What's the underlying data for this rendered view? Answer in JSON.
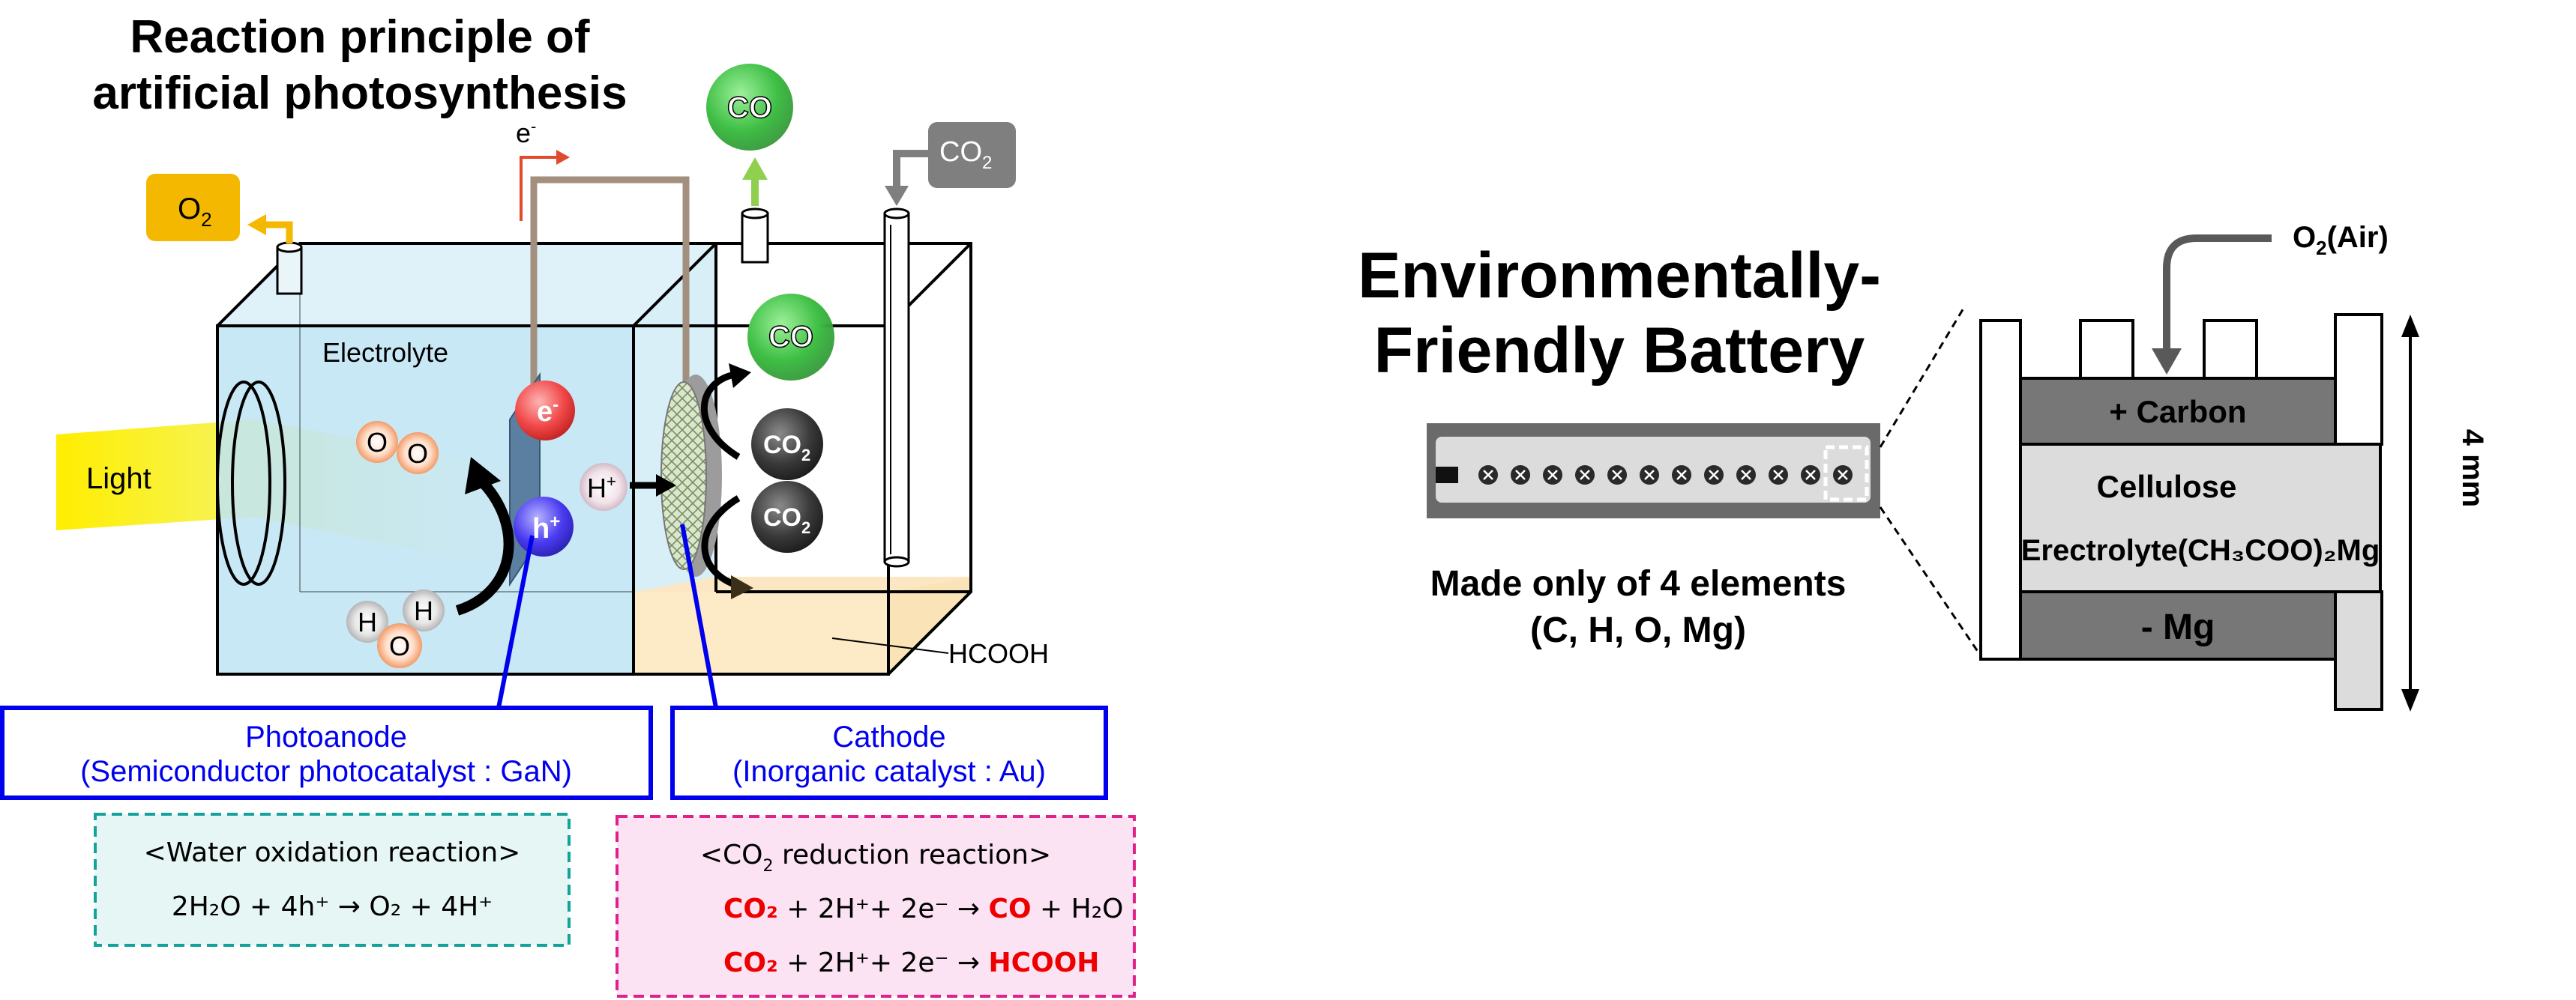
{
  "photosynthesis": {
    "title_line1": "Reaction principle of",
    "title_line2": "artificial photosynthesis",
    "light": "Light",
    "electrolyte": "Electrolyte",
    "o2_box": "O",
    "o2_sub": "2",
    "co2_box": "CO",
    "co2_sub": "2",
    "co_top": "CO",
    "co_mid": "CO",
    "co2_ball1": "CO",
    "co2_ball1_sub": "2",
    "co2_ball2": "CO",
    "co2_ball2_sub": "2",
    "electron": "e",
    "electron_sup": "-",
    "e_ball": "e",
    "e_ball_sup": "-",
    "h_ball": "h",
    "h_ball_sup": "+",
    "proton": "H",
    "proton_sup": "+",
    "o_atom": "O",
    "h_atom": "H",
    "hcooh": "HCOOH",
    "photoanode_title": "Photoanode",
    "photoanode_sub": "(Semiconductor photocatalyst : GaN)",
    "cathode_title": "Cathode",
    "cathode_sub": "(Inorganic catalyst : Au)",
    "water_title": "<Water oxidation reaction>",
    "water_eq": "2H₂O + 4h⁺ → O₂ + 4H⁺",
    "co2_title_a": "<CO",
    "co2_title_sub": "2",
    "co2_title_b": " reduction reaction>",
    "eq1_red": "CO₂",
    "eq1_rest": " + 2H⁺+ 2e⁻ → ",
    "eq1_prod": "CO",
    "eq1_tail": " + H₂O",
    "eq2_red": "CO₂",
    "eq2_rest": " + 2H⁺+ 2e⁻ → ",
    "eq2_prod": "HCOOH"
  },
  "battery": {
    "title_line1": "Environmentally-",
    "title_line2": "Friendly Battery",
    "caption_line1": "Made only of 4 elements",
    "caption_line2": "(C, H, O, Mg)",
    "o2_air_a": "O",
    "o2_air_sub": "2",
    "o2_air_b": "(Air)",
    "carbon": "+ Carbon",
    "cellulose": "Cellulose",
    "electrolyte": "Erectrolyte(CH₃COO)₂Mg",
    "mg": "- Mg",
    "thickness": "4 mm"
  },
  "colors": {
    "blue_text": "#0000ee",
    "red_text": "#ee0000",
    "o2_box": "#f5b800",
    "co2_box": "#7f7f7f",
    "water_box_border": "#13a39a",
    "co2_box_border": "#e0218a",
    "co2_box_fill": "#fbe3f3",
    "water_box_fill": "#e6f6f4"
  }
}
